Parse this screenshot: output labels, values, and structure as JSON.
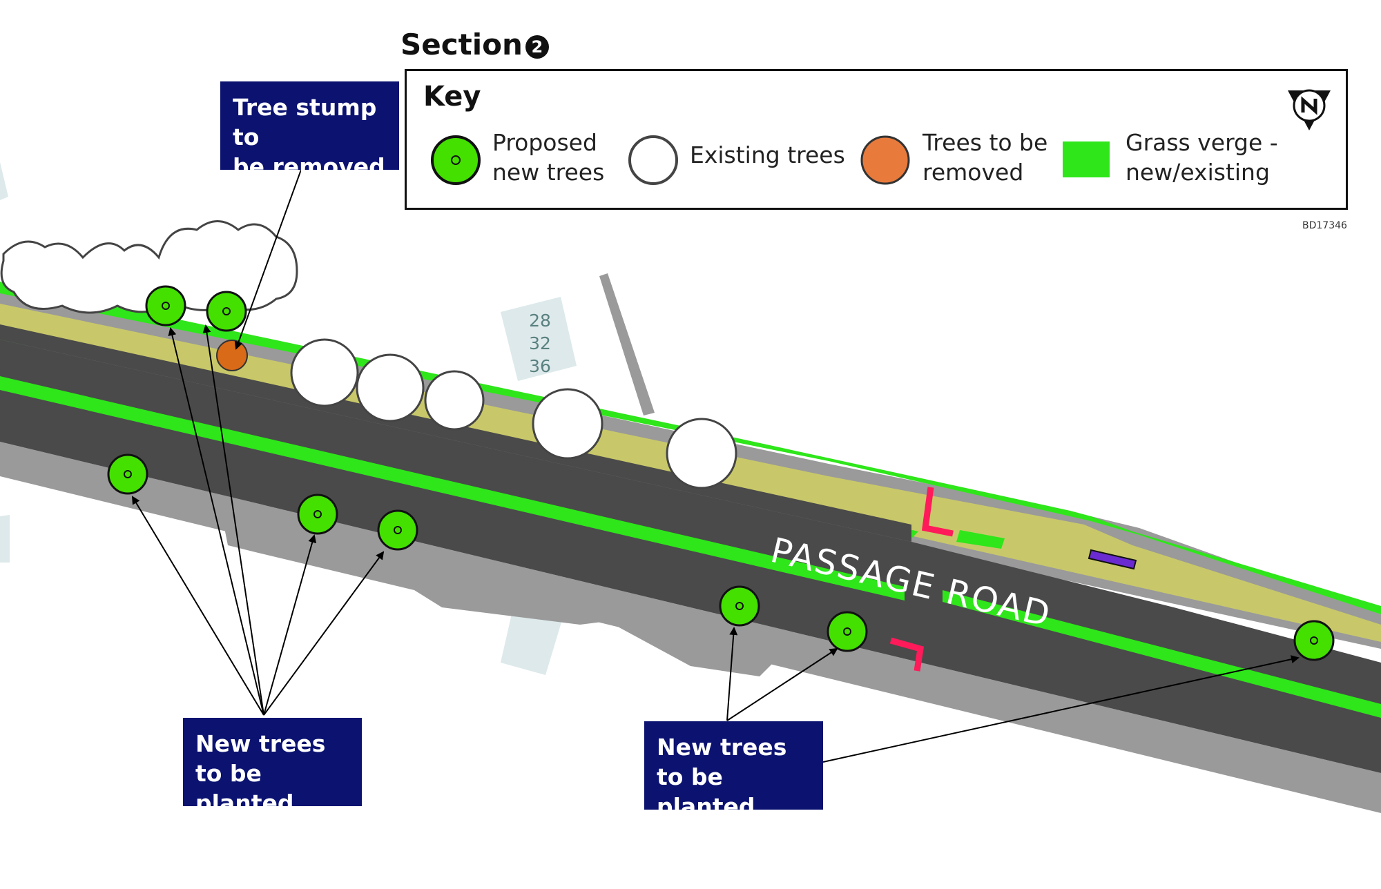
{
  "section": {
    "title": "Section",
    "number": "2"
  },
  "key": {
    "title": "Key",
    "items": [
      {
        "label_line1": "Proposed",
        "label_line2": "new trees",
        "symbol": "proposed-tree-icon",
        "color": "#44e000"
      },
      {
        "label_line1": "Existing trees",
        "label_line2": "",
        "symbol": "existing-tree-icon",
        "color": "#ffffff"
      },
      {
        "label_line1": "Trees to be",
        "label_line2": "removed",
        "symbol": "removed-tree-icon",
        "color": "#e87a3c"
      },
      {
        "label_line1": "Grass verge -",
        "label_line2": "new/existing",
        "symbol": "grass-verge-swatch",
        "color": "#2ee61a"
      }
    ],
    "north_arrow": "north-arrow-icon"
  },
  "reference_code": "BD17346",
  "callouts": {
    "stump": {
      "line1": "Tree stump to",
      "line2": "be removed"
    },
    "new_trees_left": {
      "line1": "New trees",
      "line2": "to be planted"
    },
    "new_trees_right": {
      "line1": "New trees",
      "line2": "to be planted"
    }
  },
  "road_name": "PASSAGE ROAD",
  "house_numbers": [
    "28",
    "32",
    "36"
  ],
  "colors": {
    "road": "#4a4a4a",
    "pavement": "#9a9a9a",
    "verge": "#2ee61a",
    "path": "#c8c86a",
    "callout_bg": "#0b1270",
    "kerb_marking": "#ff1a5a",
    "building": "#dde9ea"
  }
}
